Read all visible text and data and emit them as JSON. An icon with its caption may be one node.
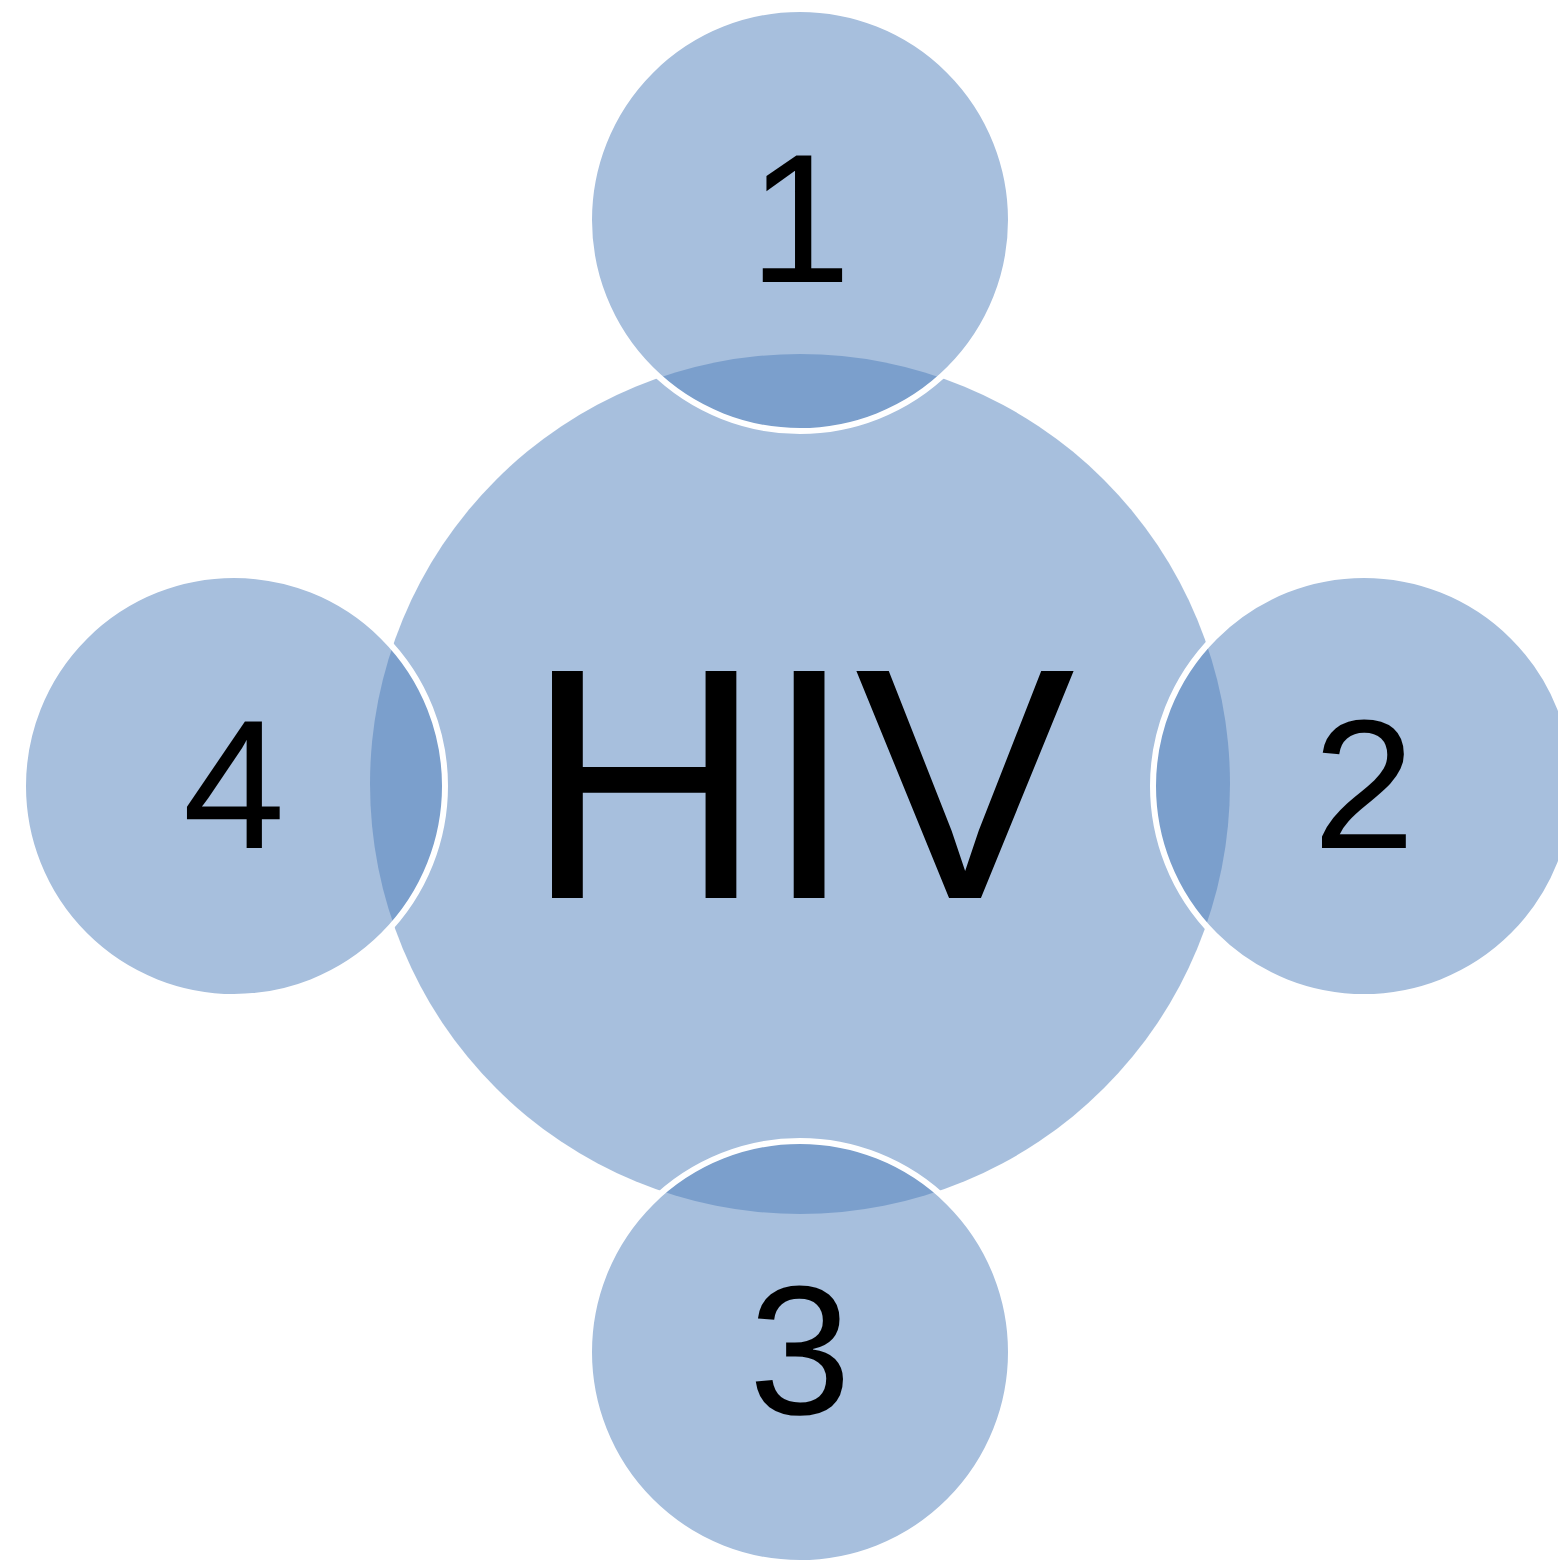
{
  "diagram": {
    "nodes": [
      {
        "text": [
          "1"
        ]
      },
      {
        "text": [
          "4"
        ]
      },
      {
        "text": [
          "HIV"
        ]
      },
      {
        "text": [
          "2"
        ]
      },
      {
        "text": [
          "3"
        ]
      }
    ]
  }
}
